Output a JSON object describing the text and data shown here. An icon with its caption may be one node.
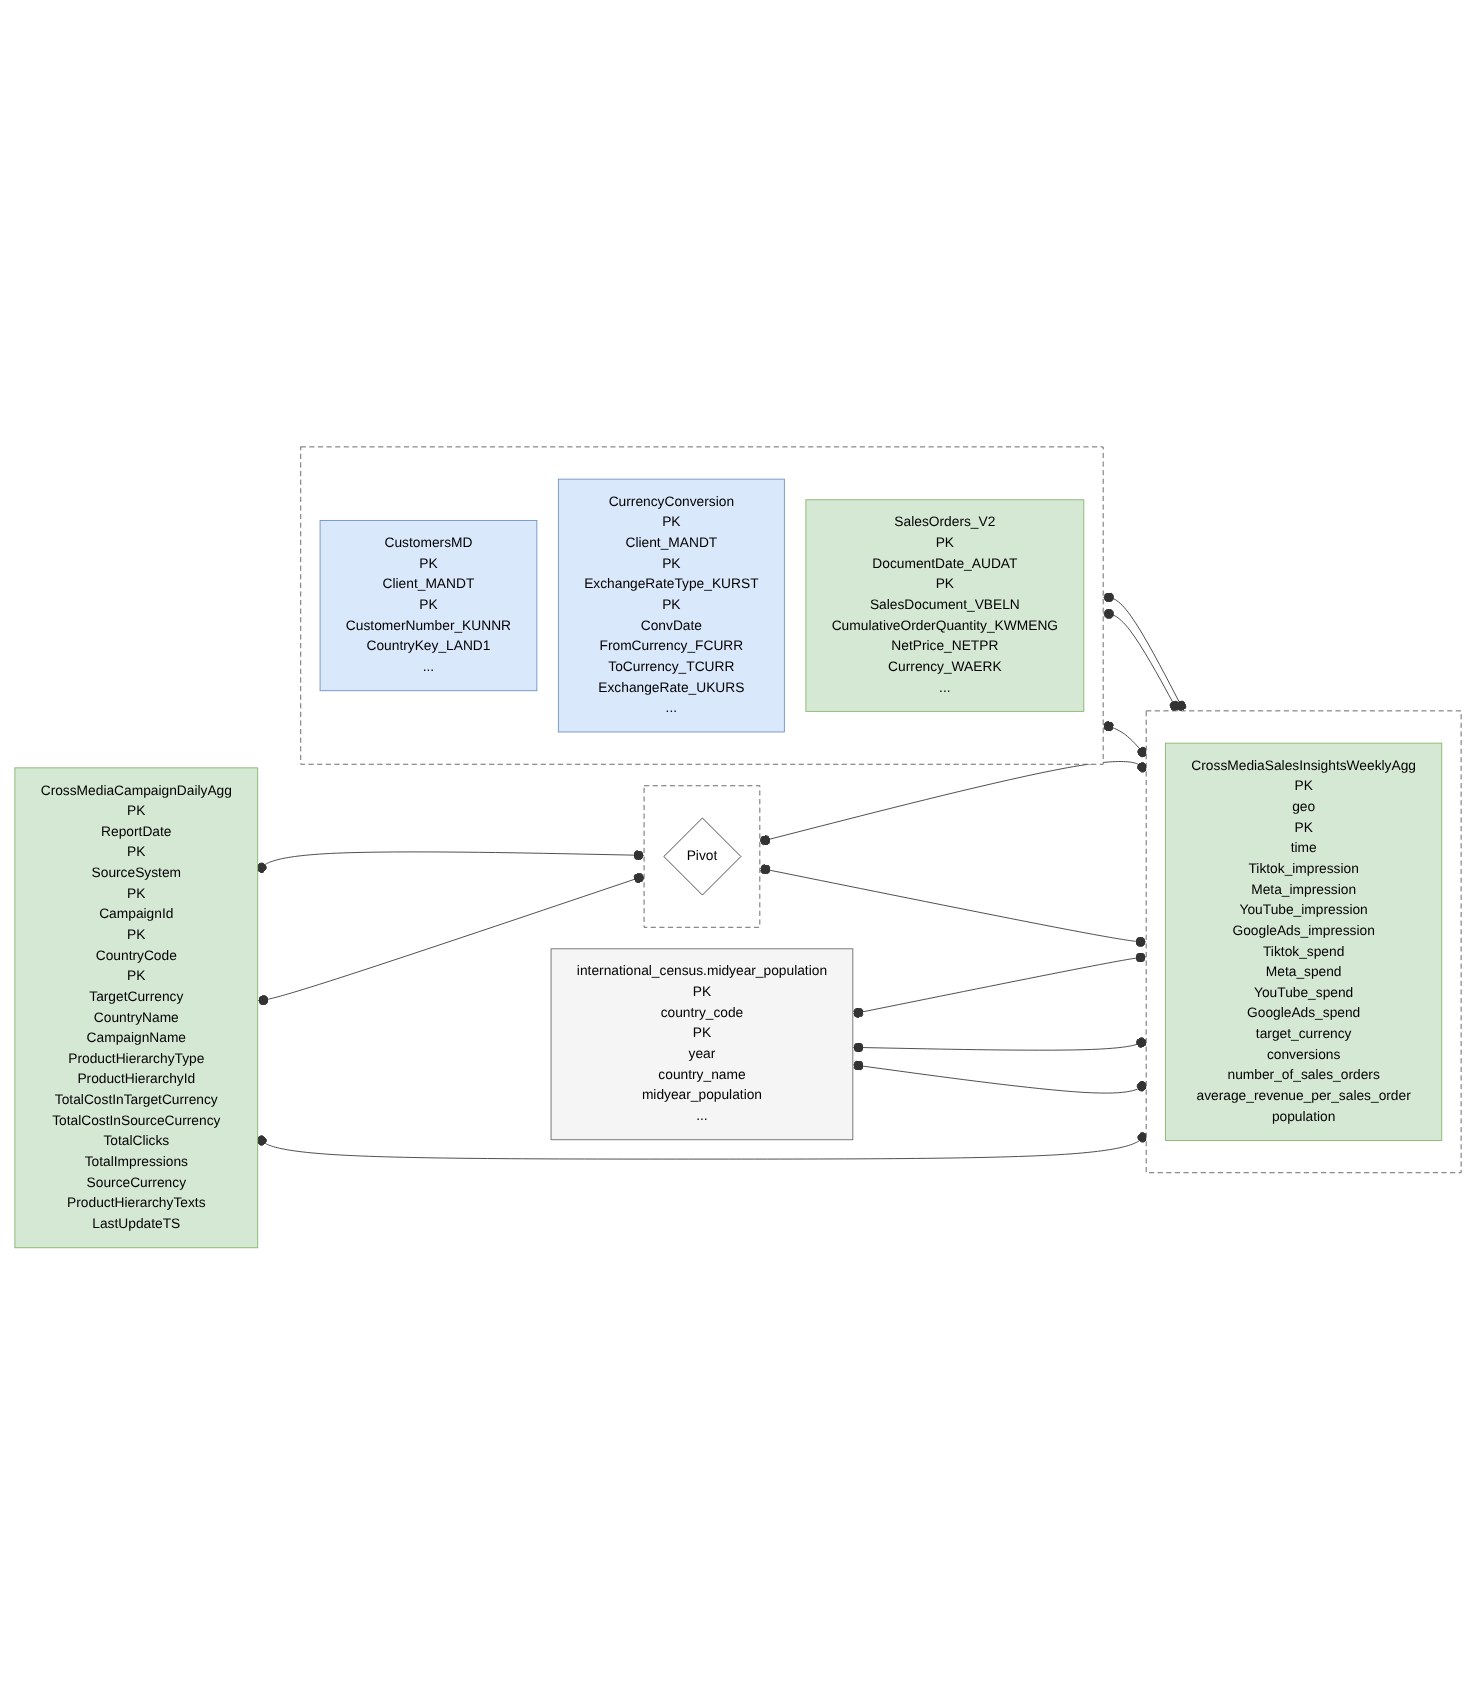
{
  "diagram": {
    "nodes": [
      {
        "text": [],
        "shape": "box"
      },
      {
        "text": [
          "CustomersMD",
          "PK",
          "Client_MANDT",
          "PK",
          "CustomerNumber_KUNNR",
          "CountryKey_LAND1",
          "..."
        ],
        "in": 0
      },
      {
        "text": [
          "CurrencyConversion",
          "PK",
          "Client_MANDT",
          "PK",
          "ExchangeRateType_KURST",
          "PK",
          "ConvDate",
          "FromCurrency_FCURR",
          "ToCurrency_TCURR",
          "ExchangeRate_UKURS",
          "..."
        ],
        "in": 0
      },
      {
        "text": [
          "SalesOrders_V2",
          "PK",
          "DocumentDate_AUDAT",
          "PK",
          "SalesDocument_VBELN",
          "CumulativeOrderQuantity_KWMENG",
          "NetPrice_NETPR",
          "Currency_WAERK",
          "..."
        ],
        "in": 0
      },
      {
        "text": [
          "international_census.midyear_population",
          "PK",
          "country_code",
          "PK",
          "year",
          "country_name",
          "midyear_population",
          "..."
        ]
      },
      {
        "text": [
          "CrossMediaCampaignDailyAgg",
          "PK",
          "ReportDate",
          "PK",
          "SourceSystem",
          "PK",
          "CampaignId",
          "PK",
          "CountryCode",
          "PK",
          "TargetCurrency",
          "CountryName",
          "CampaignName",
          "ProductHierarchyType",
          "ProductHierarchyId",
          "TotalCostInTargetCurrency",
          "TotalCostInSourceCurrency",
          "TotalClicks",
          "TotalImpressions",
          "SourceCurrency",
          "ProductHierarchyTexts",
          "LastUpdateTS"
        ]
      },
      {
        "text": [],
        "shape": "box"
      },
      {
        "text": [
          "Pivot"
        ],
        "in": 6
      },
      {
        "text": [],
        "shape": "box"
      },
      {
        "text": [
          "CrossMediaSalesInsightsWeeklyAgg",
          "PK",
          "geo",
          "PK",
          "time",
          "Tiktok_impression",
          "Meta_impression",
          "YouTube_impression",
          "GoogleAds_impression",
          "Tiktok_spend",
          "Meta_spend",
          "YouTube_spend",
          "GoogleAds_spend",
          "target_currency",
          "conversions",
          "number_of_sales_orders",
          "average_revenue_per_sales_order",
          "population"
        ],
        "in": 8
      }
    ],
    "edges": [
      {
        "from": 0,
        "to": 8,
        "arrow": "other"
      },
      {
        "from": 0,
        "to": 8,
        "arrow": "other"
      },
      {
        "from": 0,
        "to": 8,
        "arrow": "other"
      },
      {
        "from": 4,
        "to": 8,
        "arrow": "other"
      },
      {
        "from": 4,
        "to": 8,
        "arrow": "other"
      },
      {
        "from": 5,
        "to": 6,
        "arrow": "other"
      },
      {
        "from": 5,
        "to": 6,
        "arrow": "other"
      },
      {
        "from": 6,
        "to": 8,
        "arrow": "other"
      },
      {
        "from": 6,
        "to": 8,
        "arrow": "other"
      },
      {
        "from": 5,
        "to": 8,
        "arrow": "other"
      },
      {
        "from": 4,
        "to": 8,
        "arrow": "other"
      }
    ]
  }
}
